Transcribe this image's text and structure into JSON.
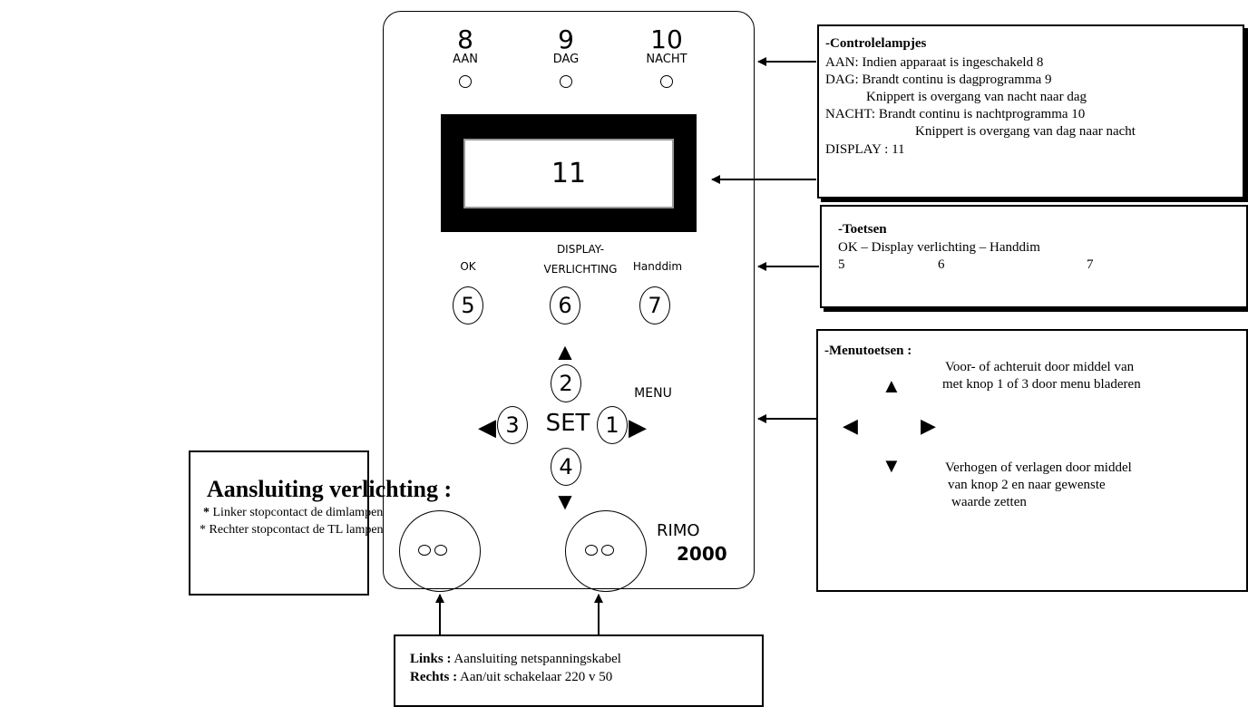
{
  "device": {
    "lamps": [
      {
        "number": "8",
        "label": "AAN"
      },
      {
        "number": "9",
        "label": "DAG"
      },
      {
        "number": "10",
        "label": "NACHT"
      }
    ],
    "display_value": "11",
    "keys": {
      "ok_label": "OK",
      "display_label_line1": "DISPLAY-",
      "display_label_line2": "VERLICHTING",
      "handdim_label": "Handdim",
      "k5": "5",
      "k6": "6",
      "k7": "7"
    },
    "nav": {
      "up_arrow": "▲",
      "down_arrow": "▼",
      "left_arrow": "◀",
      "right_arrow": "▶",
      "k2": "2",
      "k3": "3",
      "k1": "1",
      "k4": "4",
      "set_label": "SET",
      "menu_label": "MENU"
    },
    "brand_line1": "RIMO",
    "brand_line2": "2000"
  },
  "controle_box": {
    "title": "-Controlelampjes",
    "lines": [
      "AAN: Indien apparaat is ingeschakeld 8",
      "DAG: Brandt continu is dagprogramma 9",
      "Knippert is overgang van nacht naar dag",
      "NACHT: Brandt continu is nachtprogramma 10",
      "Knippert is overgang van dag naar nacht",
      "DISPLAY : 11"
    ]
  },
  "toetsen_box": {
    "title": "-Toetsen",
    "line1": "OK – Display verlichting – Handdim",
    "n5": "5",
    "n6": "6",
    "n7": "7"
  },
  "menu_box": {
    "title": "-Menutoetsen :",
    "up": "▲",
    "left": "◀",
    "right": "▶",
    "down": "▼",
    "text1_line1": "Voor- of achteruit door middel van",
    "text1_line2": "met knop 1 of  3 door menu bladeren",
    "text2_line1": "Verhogen of verlagen door middel",
    "text2_line2": "van knop 2 en naar gewenste",
    "text2_line3": "waarde zetten"
  },
  "aansluiting_box": {
    "title": "Aansluiting verlichting :",
    "line1_bullet": "*",
    "line1_text": "Linker stopcontact de dimlampen",
    "line2_bullet": "*",
    "line2_text": "Rechter stopcontact de TL lampen"
  },
  "bottom_box": {
    "links_label": "Links :",
    "links_text": "Aansluiting netspanningskabel",
    "rechts_label": "Rechts :",
    "rechts_text": "Aan/uit schakelaar  220 v  50"
  }
}
